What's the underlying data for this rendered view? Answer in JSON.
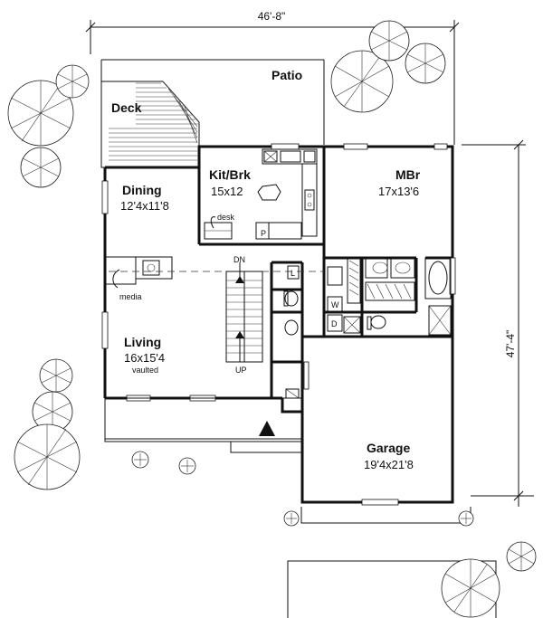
{
  "dimensions": {
    "width_label": "46'-8\"",
    "depth_label": "47'-4\""
  },
  "rooms": {
    "patio": {
      "name": "Patio"
    },
    "deck": {
      "name": "Deck"
    },
    "kitchen": {
      "name": "Kit/Brk",
      "size": "15x12"
    },
    "dining": {
      "name": "Dining",
      "size": "12'4x11'8"
    },
    "master": {
      "name": "MBr",
      "size": "17x13'6"
    },
    "living": {
      "name": "Living",
      "size": "16x15'4",
      "note": "vaulted"
    },
    "garage": {
      "name": "Garage",
      "size": "19'4x21'8"
    }
  },
  "fixtures": {
    "desk": "desk",
    "media": "media",
    "pantry": "P",
    "laundry": "L",
    "washer": "W",
    "dryer": "D",
    "stair_down": "DN",
    "stair_up": "UP"
  }
}
